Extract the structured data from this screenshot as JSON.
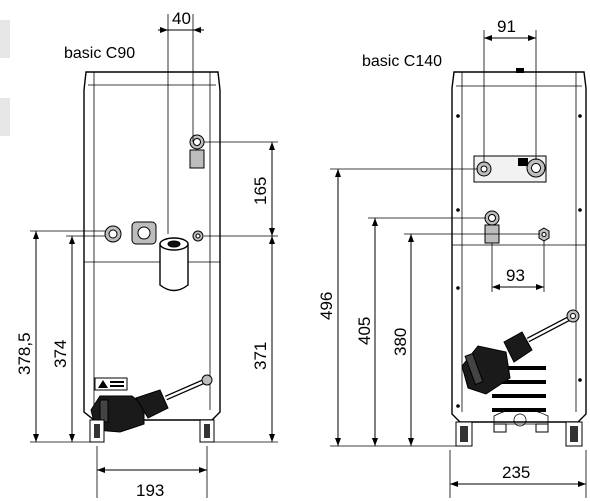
{
  "units": {
    "left": {
      "model_label": "basic C90",
      "dims": {
        "top_width": "40",
        "conn_height": "165",
        "total_left": "378,5",
        "inner_left": "374",
        "right_height": "371",
        "base_width": "193"
      }
    },
    "right": {
      "model_label": "basic C140",
      "dims": {
        "top_width": "91",
        "total_height": "496",
        "mid_height": "405",
        "low_height": "380",
        "conn_spacing": "93",
        "base_width": "235"
      }
    }
  }
}
